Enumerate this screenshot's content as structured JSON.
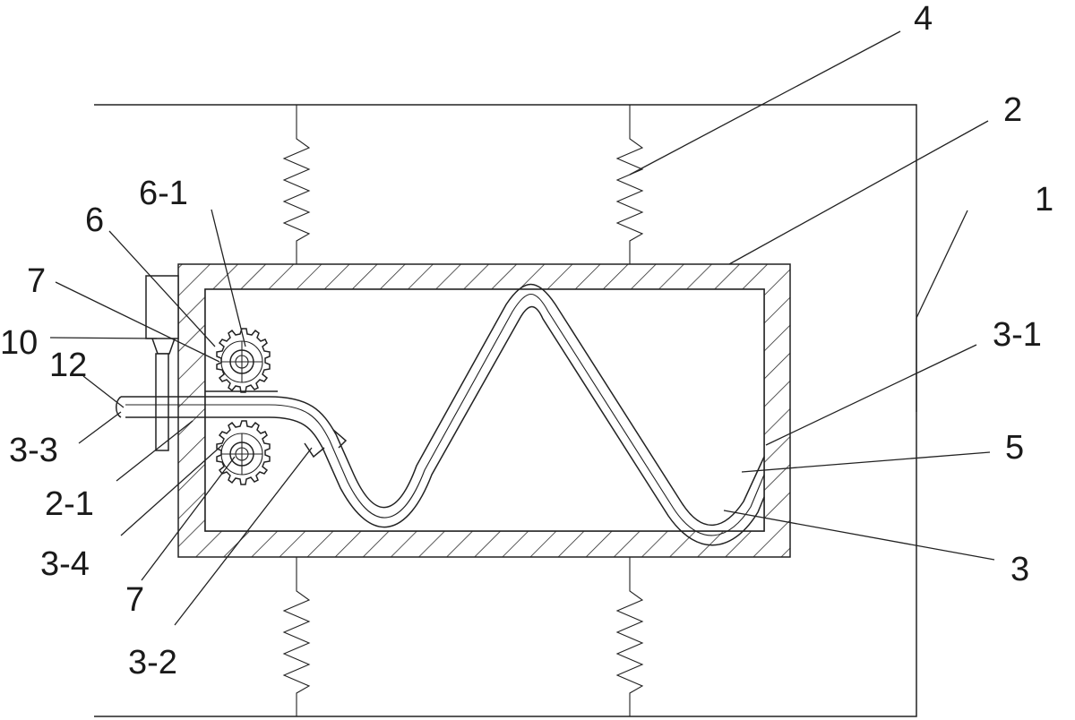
{
  "labels": {
    "l4": "4",
    "l2": "2",
    "l1": "1",
    "l6_1": "6-1",
    "l6": "6",
    "l7_top": "7",
    "l10": "10",
    "l12": "12",
    "l3_3": "3-3",
    "l2_1": "2-1",
    "l3_4": "3-4",
    "l7_bottom": "7",
    "l3_2": "3-2",
    "l3_1": "3-1",
    "l5": "5",
    "l3": "3"
  }
}
